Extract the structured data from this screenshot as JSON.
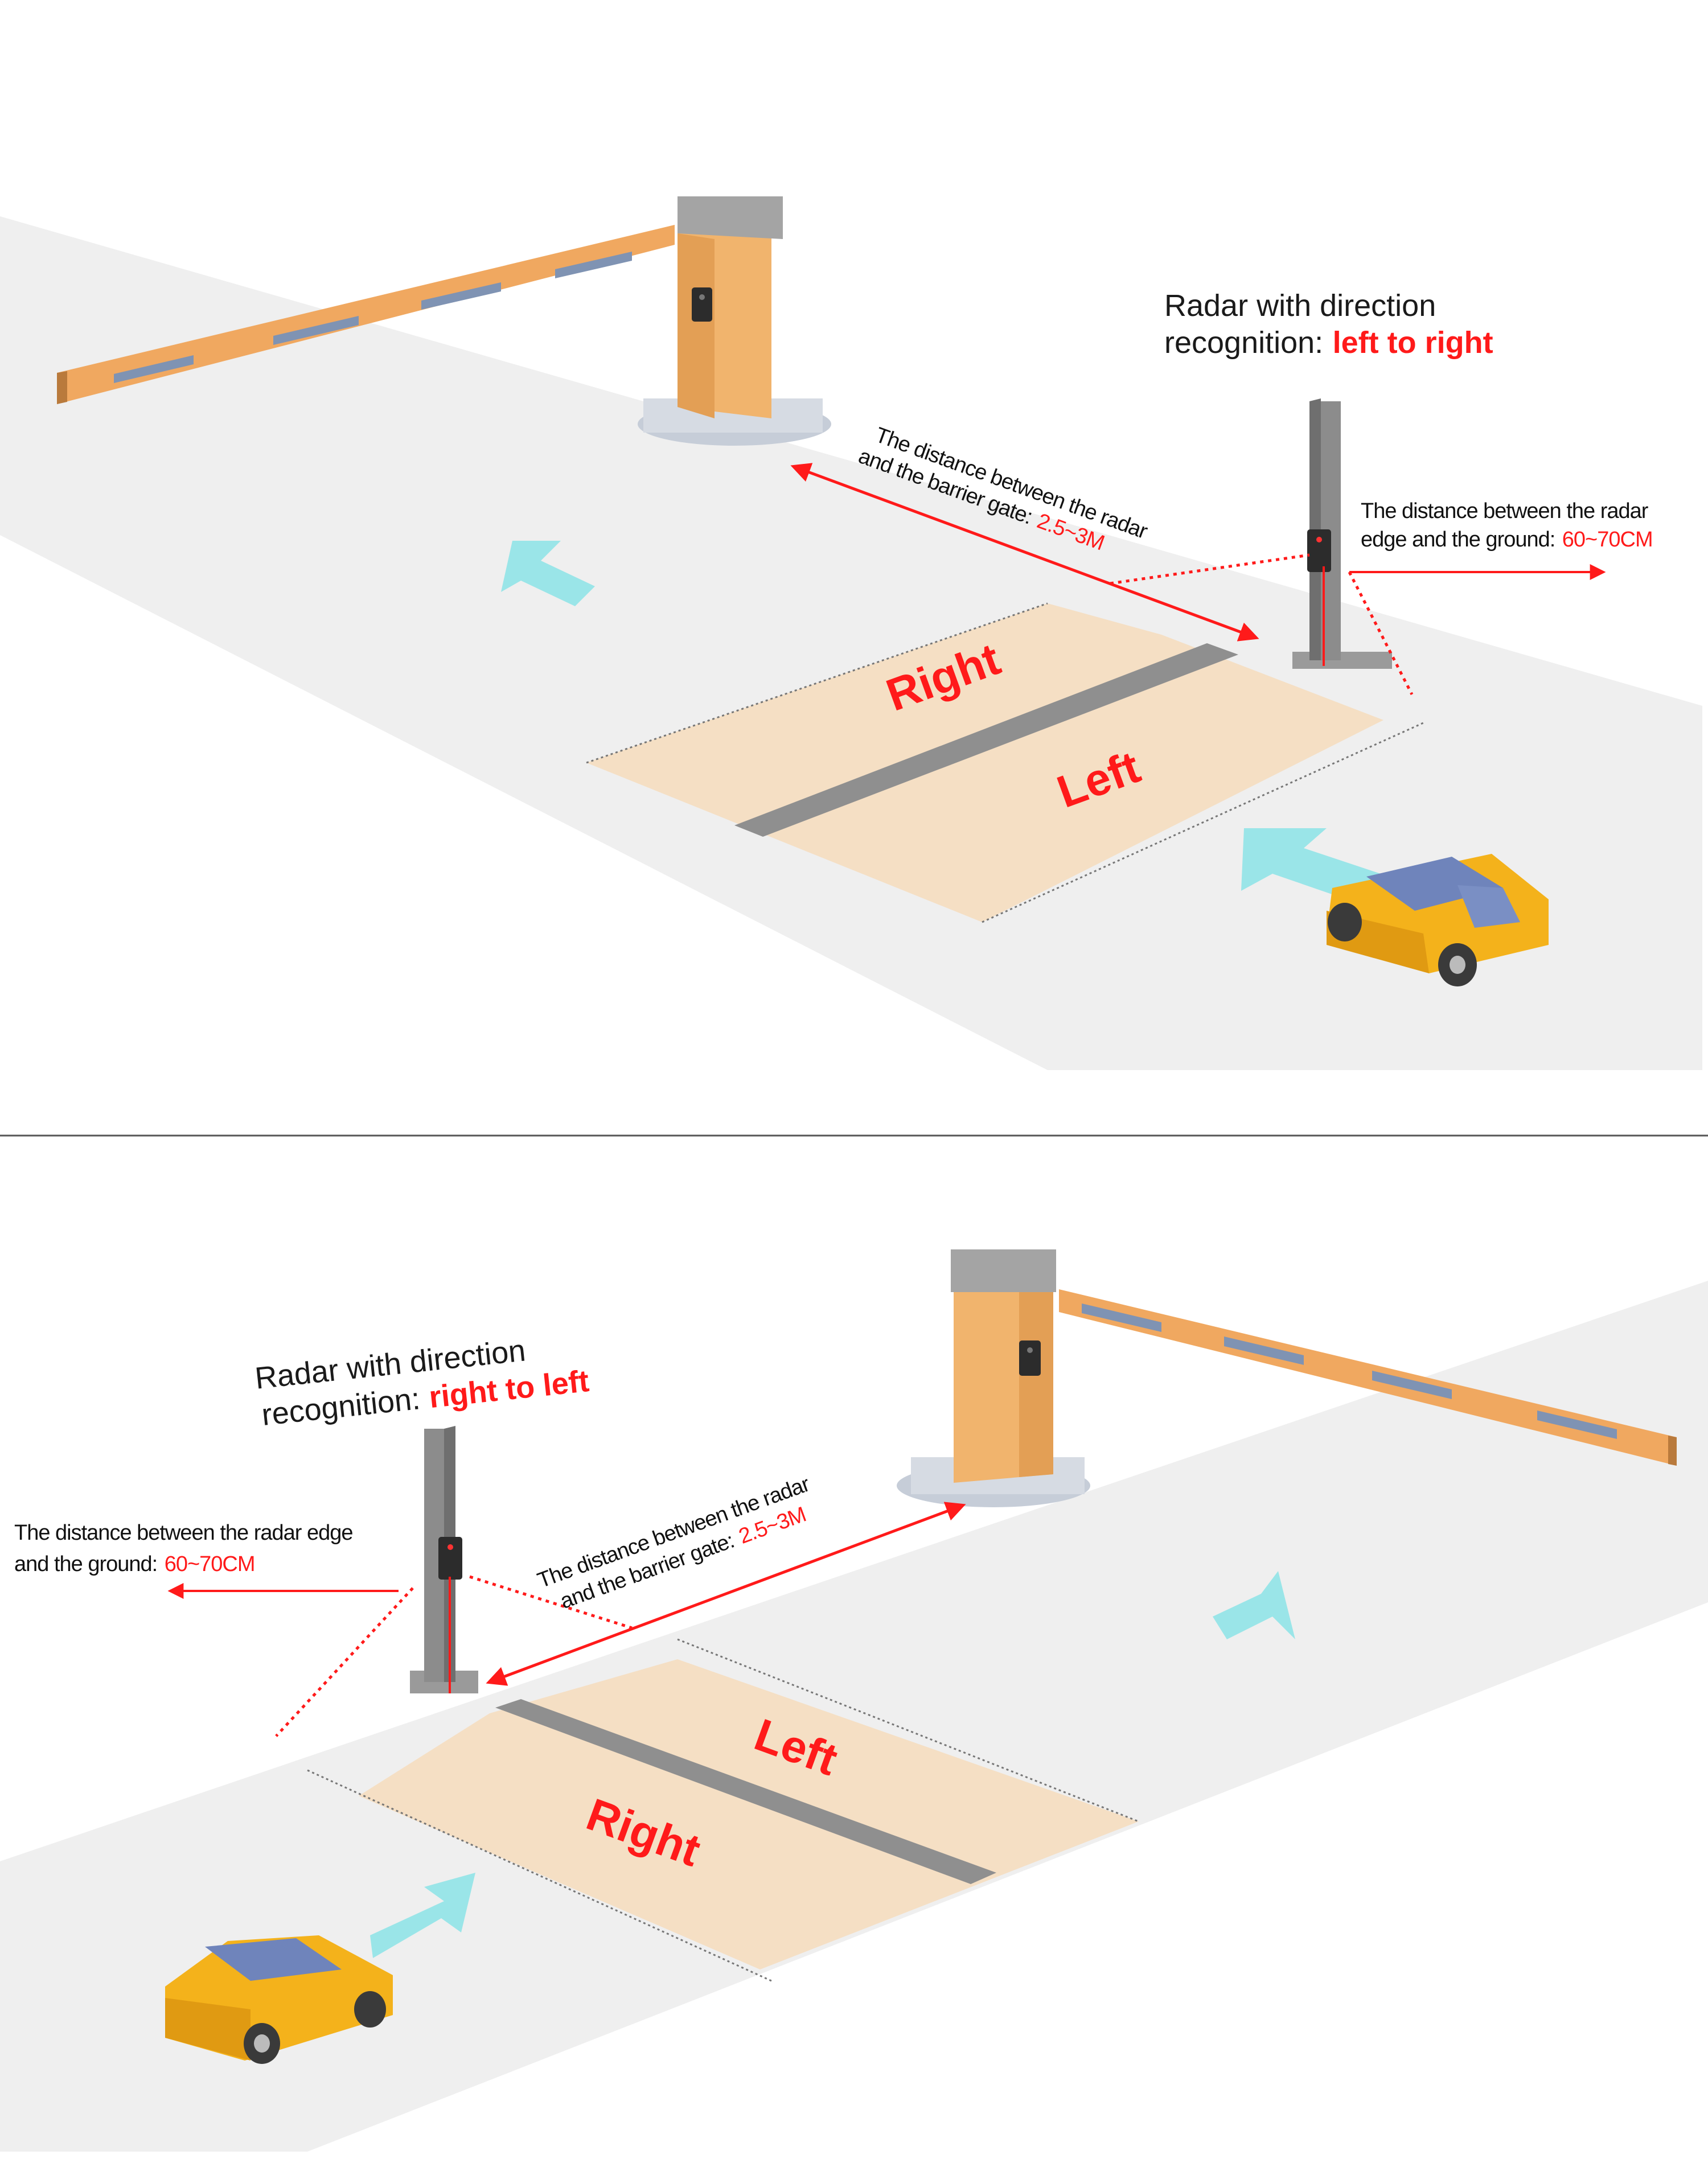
{
  "colors": {
    "road": "#efefef",
    "detection_zone": "#f5dfc4",
    "loop_strip": "#8f8f8f",
    "gate_body": "#f1b46d",
    "gate_top": "#a4a4a4",
    "boom": "#f0a860",
    "radar_pole": "#8c8c8c",
    "car": "#f4b21b",
    "arrow": "#9ae5e8",
    "annotation_red": "#ff1a1a"
  },
  "top_panel": {
    "radar_caption": {
      "line1": "Radar with direction",
      "line2_prefix": "recognition:",
      "line2_highlight": "left to right"
    },
    "gate_distance": {
      "line1": "The distance between the radar",
      "line2_prefix": "and the barrier gate:",
      "value": "2.5~3M"
    },
    "ground_distance": {
      "line1": "The distance between the radar",
      "line2_prefix": "edge and the ground:",
      "value": "60~70CM"
    },
    "zone_labels": {
      "right": "Right",
      "left": "Left"
    },
    "icons": [
      "barrier-gate-icon",
      "radar-pole-icon",
      "car-icon",
      "direction-arrow-icon"
    ]
  },
  "bottom_panel": {
    "radar_caption": {
      "line1": "Radar with direction",
      "line2_prefix": "recognition:",
      "line2_highlight": "right to left"
    },
    "gate_distance": {
      "line1": "The distance between the radar",
      "line2_prefix": "and the barrier gate:",
      "value": "2.5~3M"
    },
    "ground_distance": {
      "line1": "The distance between the radar edge",
      "line2_prefix": "and the ground:",
      "value": "60~70CM"
    },
    "zone_labels": {
      "left": "Left",
      "right": "Right"
    },
    "icons": [
      "barrier-gate-icon",
      "radar-pole-icon",
      "car-icon",
      "direction-arrow-icon"
    ]
  }
}
